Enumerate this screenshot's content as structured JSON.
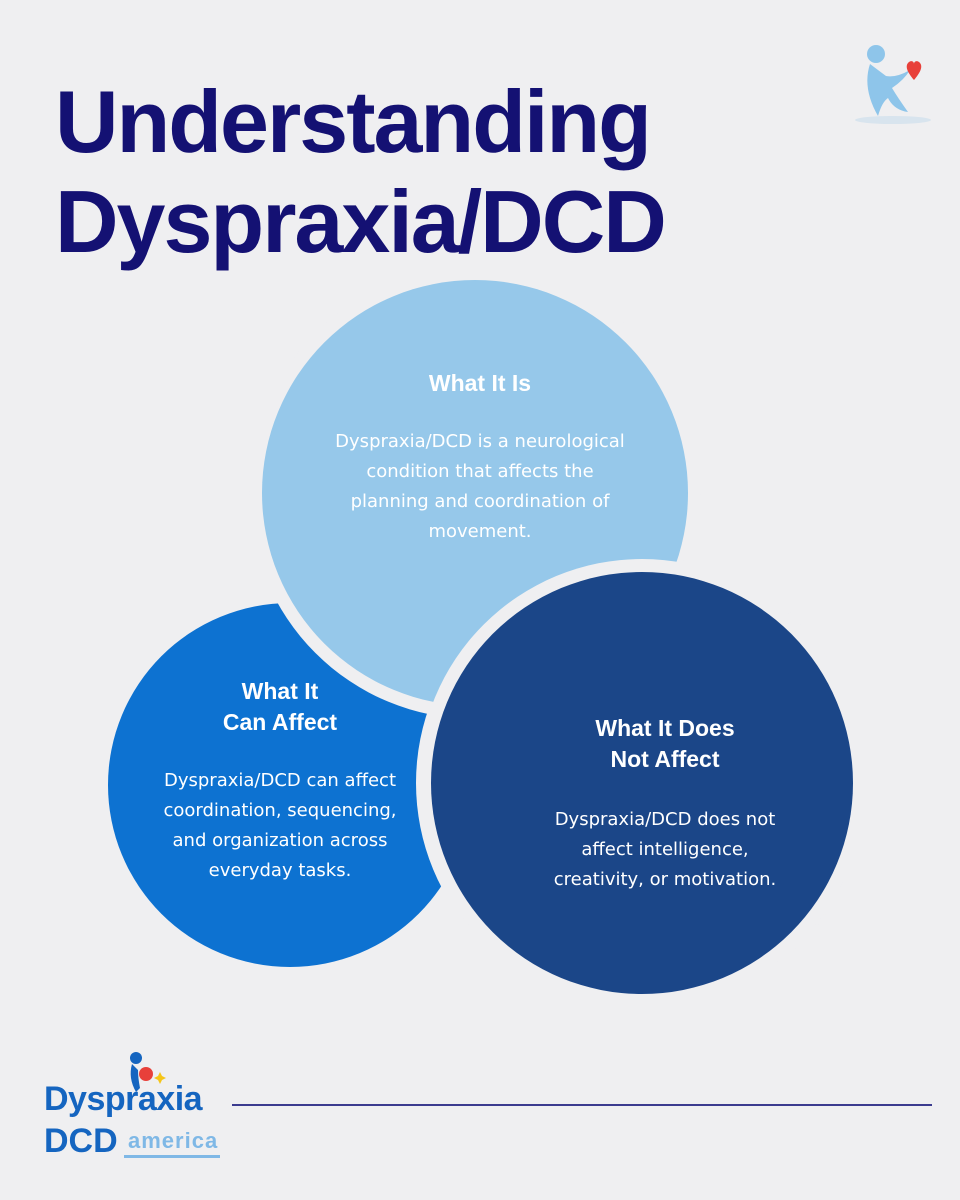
{
  "title": {
    "line1": "Understanding",
    "line2": "Dyspraxia/DCD"
  },
  "circles": {
    "what_it_is": {
      "heading": "What It Is",
      "body": "Dyspraxia/DCD is a neurological condition that affects the planning and coordination of movement.",
      "color": "#96c8ea"
    },
    "can_affect": {
      "heading_line1": "What It",
      "heading_line2": "Can Affect",
      "body": "Dyspraxia/DCD can affect coordination, sequencing, and organization across everyday tasks.",
      "color": "#0d72d1"
    },
    "does_not_affect": {
      "heading_line1": "What It Does",
      "heading_line2": "Not Affect",
      "body": "Dyspraxia/DCD does not affect intelligence, creativity, or motivation.",
      "color": "#1b4688"
    }
  },
  "brand": {
    "name_line1": "Dyspraxia",
    "name_line2": "DCD",
    "tagline": "america",
    "primary_color": "#1565c0",
    "accent_color": "#7fb8e6",
    "heart_color": "#e8403a",
    "icon": "person-heart-icon"
  },
  "colors": {
    "background": "#efeff1",
    "title": "#141173"
  }
}
